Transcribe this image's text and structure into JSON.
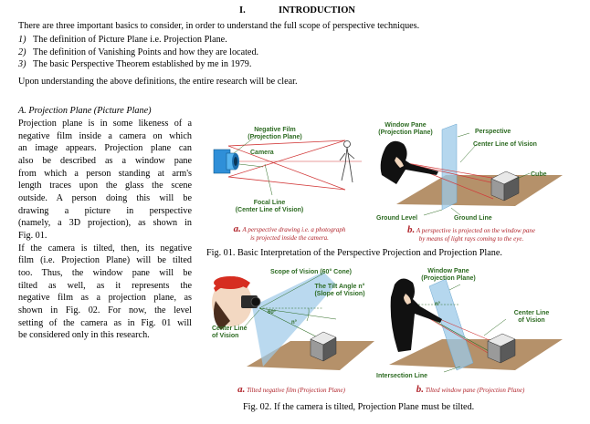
{
  "heading": {
    "number": "I.",
    "title": "INTRODUCTION"
  },
  "intro": "There are three important basics to consider, in order to understand the full scope of perspective techniques.",
  "list": [
    {
      "num": "1)",
      "text": "The definition of Picture Plane i.e. Projection Plane."
    },
    {
      "num": "2)",
      "text": "The definition of Vanishing Points and how they are located."
    },
    {
      "num": "3)",
      "text": "The basic Perspective Theorem established by me in 1979."
    }
  ],
  "conclusion": "Upon understanding the above definitions, the entire research will be clear.",
  "subsection": "A.   Projection Plane (Picture Plane)",
  "body_lines": [
    "Projection plane is in some likeness of a",
    "negative film inside a camera on which",
    "an image appears. Projection plane can",
    "also be described as a window pane",
    "from which a person standing at arm's",
    "length traces upon the glass the scene",
    "outside. A person doing this will be",
    "drawing a picture in perspective",
    "(namely, a 3D projection), as shown in",
    "Fig. 01.",
    "If the camera is tilted, then, its negative",
    "film (i.e. Projection Plane) will be tilted",
    "too. Thus, the window pane will be",
    "tilted as well, as it represents the",
    "negative film as a projection plane, as",
    "shown in Fig. 02. For now, the level",
    "setting of the camera as in Fig. 01 will",
    "be considered only in this research."
  ],
  "fig01": {
    "a": {
      "neg_film": "Negative Film",
      "neg_film_sub": "(Projection Plane)",
      "camera": "Camera",
      "focal_line": "Focal Line",
      "focal_line_sub": "(Center Line of Vision)",
      "cap_letter": "a.",
      "cap_line1": "A perspective drawing i.e. a photograph",
      "cap_line2": "is projected inside the camera."
    },
    "b": {
      "window_pane": "Window Pane",
      "window_pane_sub": "(Projection Plane)",
      "perspective": "Perspective",
      "center_line": "Center Line of Vision",
      "cube": "Cube",
      "ground_level": "Ground Level",
      "ground_line": "Ground Line",
      "cap_letter": "b.",
      "cap_line1": "A perspective is projected on the window pane",
      "cap_line2": "by means of light rays coming to the eye."
    },
    "caption": "Fig. 01. Basic Interpretation of the Perspective Projection and Projection Plane."
  },
  "fig02": {
    "a": {
      "scope": "Scope of Vision (60° Cone)",
      "tilt": "The Tilt Angle n°",
      "tilt_sub": "(Slope of Vision)",
      "center_line": "Center Line",
      "center_line_sub": "of Vision",
      "angle_60": "60°",
      "angle_n": "n°",
      "cap_letter": "a.",
      "cap_text": "Tilted negative film (Projection Plane)"
    },
    "b": {
      "window_pane": "Window Pane",
      "window_pane_sub": "(Projection Plane)",
      "center_line": "Center Line",
      "center_line_sub": "of Vision",
      "angle_n": "n°",
      "intersection": "Intersection Line",
      "cap_letter": "b.",
      "cap_text": "Tilted window pane (Projection Plane)"
    },
    "caption": "Fig. 02. If the camera is tilted, Projection Plane must be tilted."
  },
  "colors": {
    "label_green": "#2d6b22",
    "caption_red": "#b0232a",
    "pane_blue": "#9cc9e8",
    "ground_brown": "#b5916a",
    "ray_red": "#d23a3a"
  }
}
